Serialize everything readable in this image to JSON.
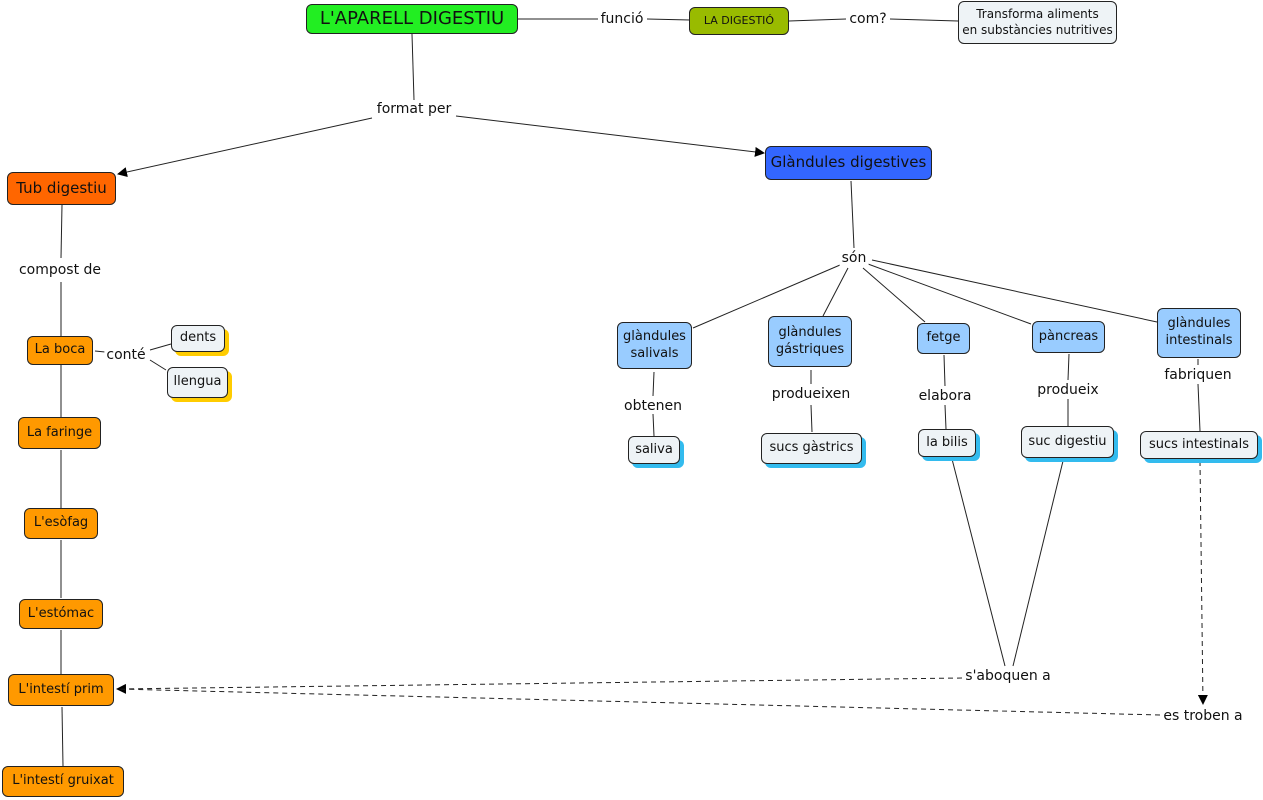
{
  "concepts": {
    "root": "L'APARELL DIGESTIU",
    "digestion": "LA DIGESTIÓ",
    "transform": [
      "Transforma aliments",
      "en substàncies nutritives"
    ],
    "tube": "Tub digestiu",
    "glands": "Glàndules digestives",
    "mouth": "La boca",
    "teeth": "dents",
    "tongue": "llengua",
    "pharynx": "La faringe",
    "esophagus": "L'esòfag",
    "stomach": "L'estómac",
    "small_int": "L'intestí prim",
    "large_int": "L'intestí gruixat",
    "salivary": [
      "glàndules",
      "salivals"
    ],
    "gastric": [
      "glàndules",
      "gástriques"
    ],
    "liver": "fetge",
    "pancreas": "pàncreas",
    "intestinal": [
      "glàndules",
      "intestinals"
    ],
    "saliva": "saliva",
    "gastric_juice": "sucs gàstrics",
    "bile": "la bilis",
    "digestive_juice": "suc digestiu",
    "intestinal_juice": "sucs intestinals"
  },
  "links": {
    "function": "funció",
    "how": "com?",
    "formed_by": "format per",
    "composed_of": "compost de",
    "contains": "conté",
    "are": "són",
    "obtain": "obtenen",
    "produce_pl": "produeixen",
    "elaborates": "elabora",
    "produces": "produeix",
    "make": "fabriquen",
    "pour_into": "s'aboquen a",
    "found_in": "es troben a"
  }
}
